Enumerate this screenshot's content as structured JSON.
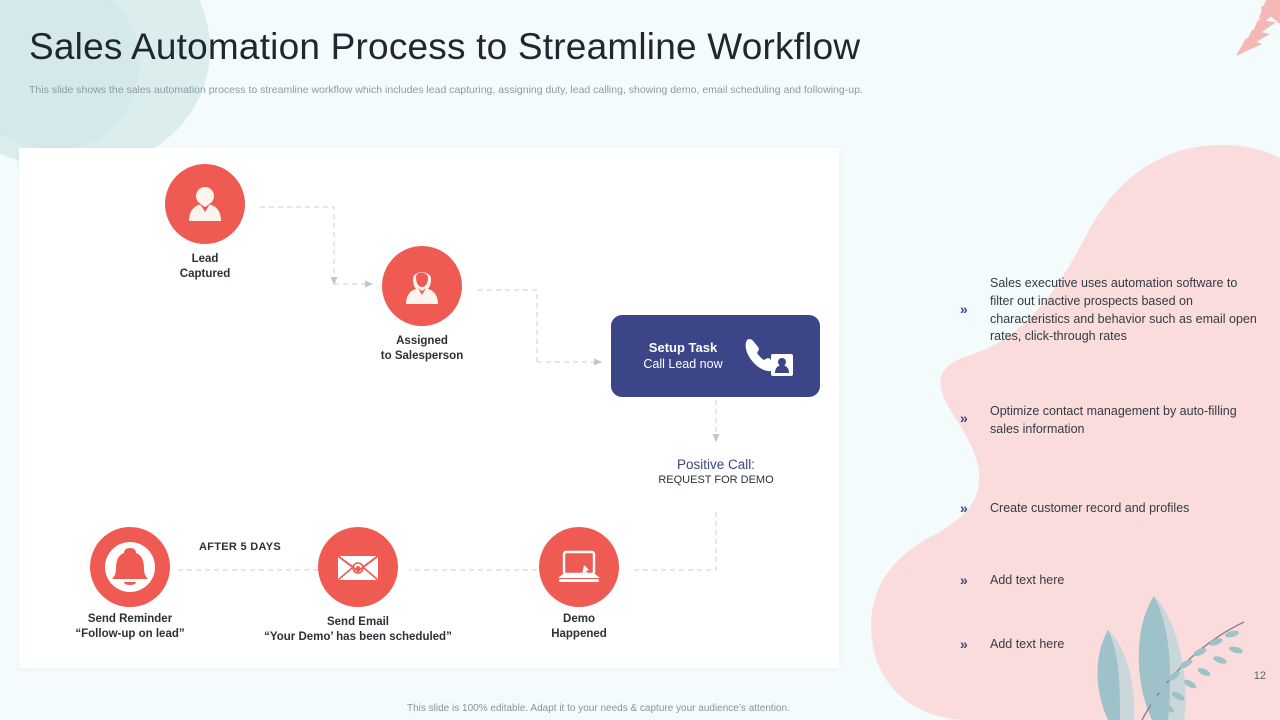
{
  "header": {
    "title": "Sales Automation Process to Streamline Workflow",
    "subtitle": "This slide shows the sales automation process to streamline workflow which includes lead capturing, assigning duty, lead calling, showing demo, email scheduling and following-up."
  },
  "theme": {
    "background": "#f4fbfc",
    "accent_red": "#ef5a52",
    "accent_blue": "#3c4587",
    "pink_blob": "#fadcdc",
    "teal_blob": "#d7eaeb",
    "card": "#ffffff"
  },
  "flow": {
    "nodes": [
      {
        "id": "lead-captured",
        "icon": "person-icon",
        "label_line1": "Lead",
        "label_line2": "Captured"
      },
      {
        "id": "assigned-salesperson",
        "icon": "woman-icon",
        "label_line1": "Assigned",
        "label_line2": "to Salesperson"
      },
      {
        "id": "send-reminder",
        "icon": "bell-icon",
        "label_line1": "Send Reminder",
        "label_line2": "“Follow-up on lead”"
      },
      {
        "id": "send-email",
        "icon": "envelope-icon",
        "label_line1": "Send Email",
        "label_line2": "“Your Demo’ has been scheduled”"
      },
      {
        "id": "demo-happened",
        "icon": "laptop-icon",
        "label_line1": "Demo",
        "label_line2": "Happened"
      }
    ],
    "task_box": {
      "title": "Setup Task",
      "subtitle": "Call Lead now",
      "icon": "phone-contact-icon"
    },
    "positive_call": {
      "main": "Positive Call:",
      "sub": "REQUEST FOR DEMO"
    },
    "after_days_label": "AFTER  5 DAYS"
  },
  "bullets": [
    {
      "marker": "»",
      "text": "Sales executive uses automation software to filter out inactive prospects based on characteristics and behavior such as email open rates, click-through rates"
    },
    {
      "marker": "»",
      "text": "Optimize contact management by auto-filling sales information"
    },
    {
      "marker": "»",
      "text": "Create customer record and profiles"
    },
    {
      "marker": "»",
      "text": "Add text here"
    },
    {
      "marker": "»",
      "text": "Add text here"
    }
  ],
  "footer": {
    "note": "This slide is 100% editable. Adapt it to your needs & capture your audience’s attention.",
    "page_number": "12"
  }
}
